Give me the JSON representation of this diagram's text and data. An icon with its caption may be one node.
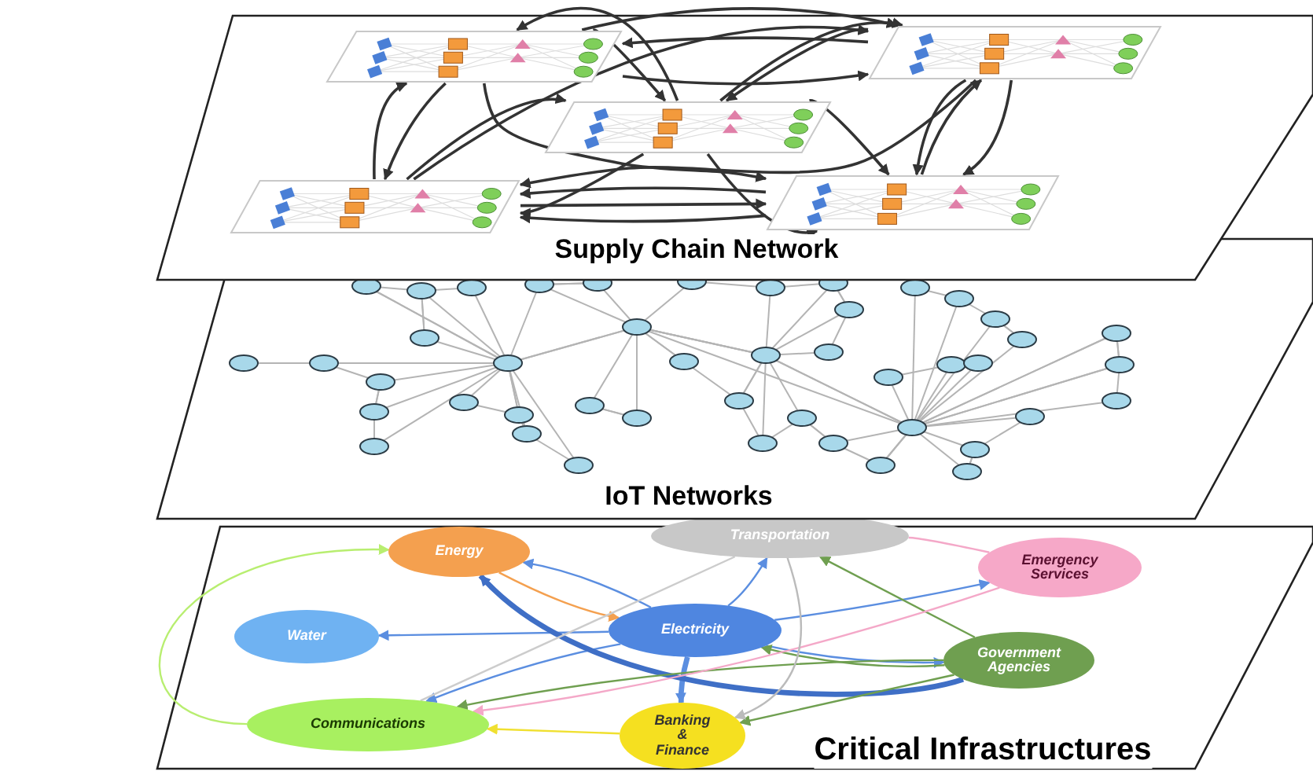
{
  "diagram": {
    "nodes": [
      {
        "text": [
          "Supply Chain Network"
        ]
      },
      {
        "text": [],
        "shape": "picture",
        "in": 0
      },
      {
        "text": [],
        "shape": "picture",
        "in": 0
      },
      {
        "text": [],
        "shape": "picture",
        "in": 0
      },
      {
        "text": [],
        "shape": "picture",
        "in": 0
      },
      {
        "text": [],
        "shape": "picture",
        "in": 0
      },
      {
        "text": [
          "IoT Networks"
        ]
      },
      {
        "text": [
          "Critical Infrastructures"
        ]
      },
      {
        "text": [
          "Energy"
        ],
        "in": 7
      },
      {
        "text": [
          "Transportation"
        ],
        "in": 7
      },
      {
        "text": [
          "Emergency Services"
        ],
        "in": 7
      },
      {
        "text": [
          "Water"
        ],
        "in": 7
      },
      {
        "text": [
          "Electricity"
        ],
        "in": 7
      },
      {
        "text": [
          "Government Agencies"
        ],
        "in": 7
      },
      {
        "text": [
          "Communications"
        ],
        "in": 7
      },
      {
        "text": [
          "Banking & Finance"
        ],
        "in": 7
      }
    ],
    "edges": [
      {
        "from": 4,
        "to": 1,
        "arrow": "to"
      },
      {
        "from": 1,
        "to": 4,
        "arrow": "to"
      },
      {
        "from": 1,
        "to": 5,
        "arrow": "to"
      },
      {
        "from": 4,
        "to": 2,
        "arrow": "to"
      },
      {
        "from": 4,
        "to": 3,
        "arrow": "to"
      },
      {
        "from": 3,
        "to": 4,
        "arrow": "to"
      },
      {
        "from": 3,
        "to": 1,
        "arrow": "to"
      },
      {
        "from": 1,
        "to": 3,
        "arrow": "to"
      },
      {
        "from": 1,
        "to": 2,
        "arrow": "to"
      },
      {
        "from": 2,
        "to": 1,
        "arrow": "to"
      },
      {
        "from": 1,
        "to": 2,
        "arrow": "to"
      },
      {
        "from": 3,
        "to": 5,
        "arrow": "to"
      },
      {
        "from": 3,
        "to": 5,
        "arrow": "to"
      },
      {
        "from": 4,
        "to": 5,
        "arrow": "to"
      },
      {
        "from": 5,
        "to": 4,
        "arrow": "to"
      },
      {
        "from": 5,
        "to": 4,
        "arrow": "to"
      },
      {
        "from": 2,
        "to": 3,
        "arrow": "to"
      },
      {
        "from": 3,
        "to": 2,
        "arrow": "to"
      },
      {
        "from": 2,
        "to": 5,
        "arrow": "to"
      },
      {
        "from": 5,
        "to": 2,
        "arrow": "to"
      },
      {
        "from": 2,
        "to": 5,
        "arrow": "to"
      },
      {
        "from": 2,
        "to": 4,
        "arrow": "to"
      },
      {
        "from": 8,
        "to": 12,
        "arrow": "to",
        "color": "#f4a04f"
      },
      {
        "from": 12,
        "to": 8,
        "arrow": "to",
        "color": "#5b8ee0"
      },
      {
        "from": 12,
        "to": 11,
        "arrow": "to",
        "color": "#5b8ee0"
      },
      {
        "from": 12,
        "to": 14,
        "arrow": "to",
        "color": "#5b8ee0"
      },
      {
        "from": 12,
        "to": 9,
        "arrow": "to",
        "color": "#5b8ee0"
      },
      {
        "from": 12,
        "to": 10,
        "arrow": "to",
        "color": "#5b8ee0"
      },
      {
        "from": 12,
        "to": 13,
        "arrow": "to",
        "color": "#5b8ee0"
      },
      {
        "from": 12,
        "to": 15,
        "arrow": "to",
        "style": "thick",
        "color": "#5b8ee0"
      },
      {
        "from": 13,
        "to": 8,
        "arrow": "to",
        "style": "thick",
        "color": "#3f6fc6"
      },
      {
        "from": 13,
        "to": 12,
        "arrow": "to",
        "color": "#6f9f50"
      },
      {
        "from": 13,
        "to": 9,
        "arrow": "to",
        "color": "#6f9f50"
      },
      {
        "from": 13,
        "to": 14,
        "arrow": "to",
        "color": "#6f9f50"
      },
      {
        "from": 13,
        "to": 15,
        "arrow": "to",
        "color": "#6f9f50"
      },
      {
        "from": 10,
        "to": 9,
        "arrow": "none",
        "color": "#f4a8c8"
      },
      {
        "from": 10,
        "to": 14,
        "arrow": "to",
        "color": "#f4a8c8"
      },
      {
        "from": 9,
        "to": 14,
        "arrow": "none",
        "color": "#cccccc"
      },
      {
        "from": 9,
        "to": 15,
        "arrow": "to",
        "color": "#bbbbbb"
      },
      {
        "from": 14,
        "to": 8,
        "arrow": "to",
        "color": "#b8ee70"
      },
      {
        "from": 15,
        "to": 14,
        "arrow": "to",
        "color": "#f0e030"
      }
    ]
  }
}
